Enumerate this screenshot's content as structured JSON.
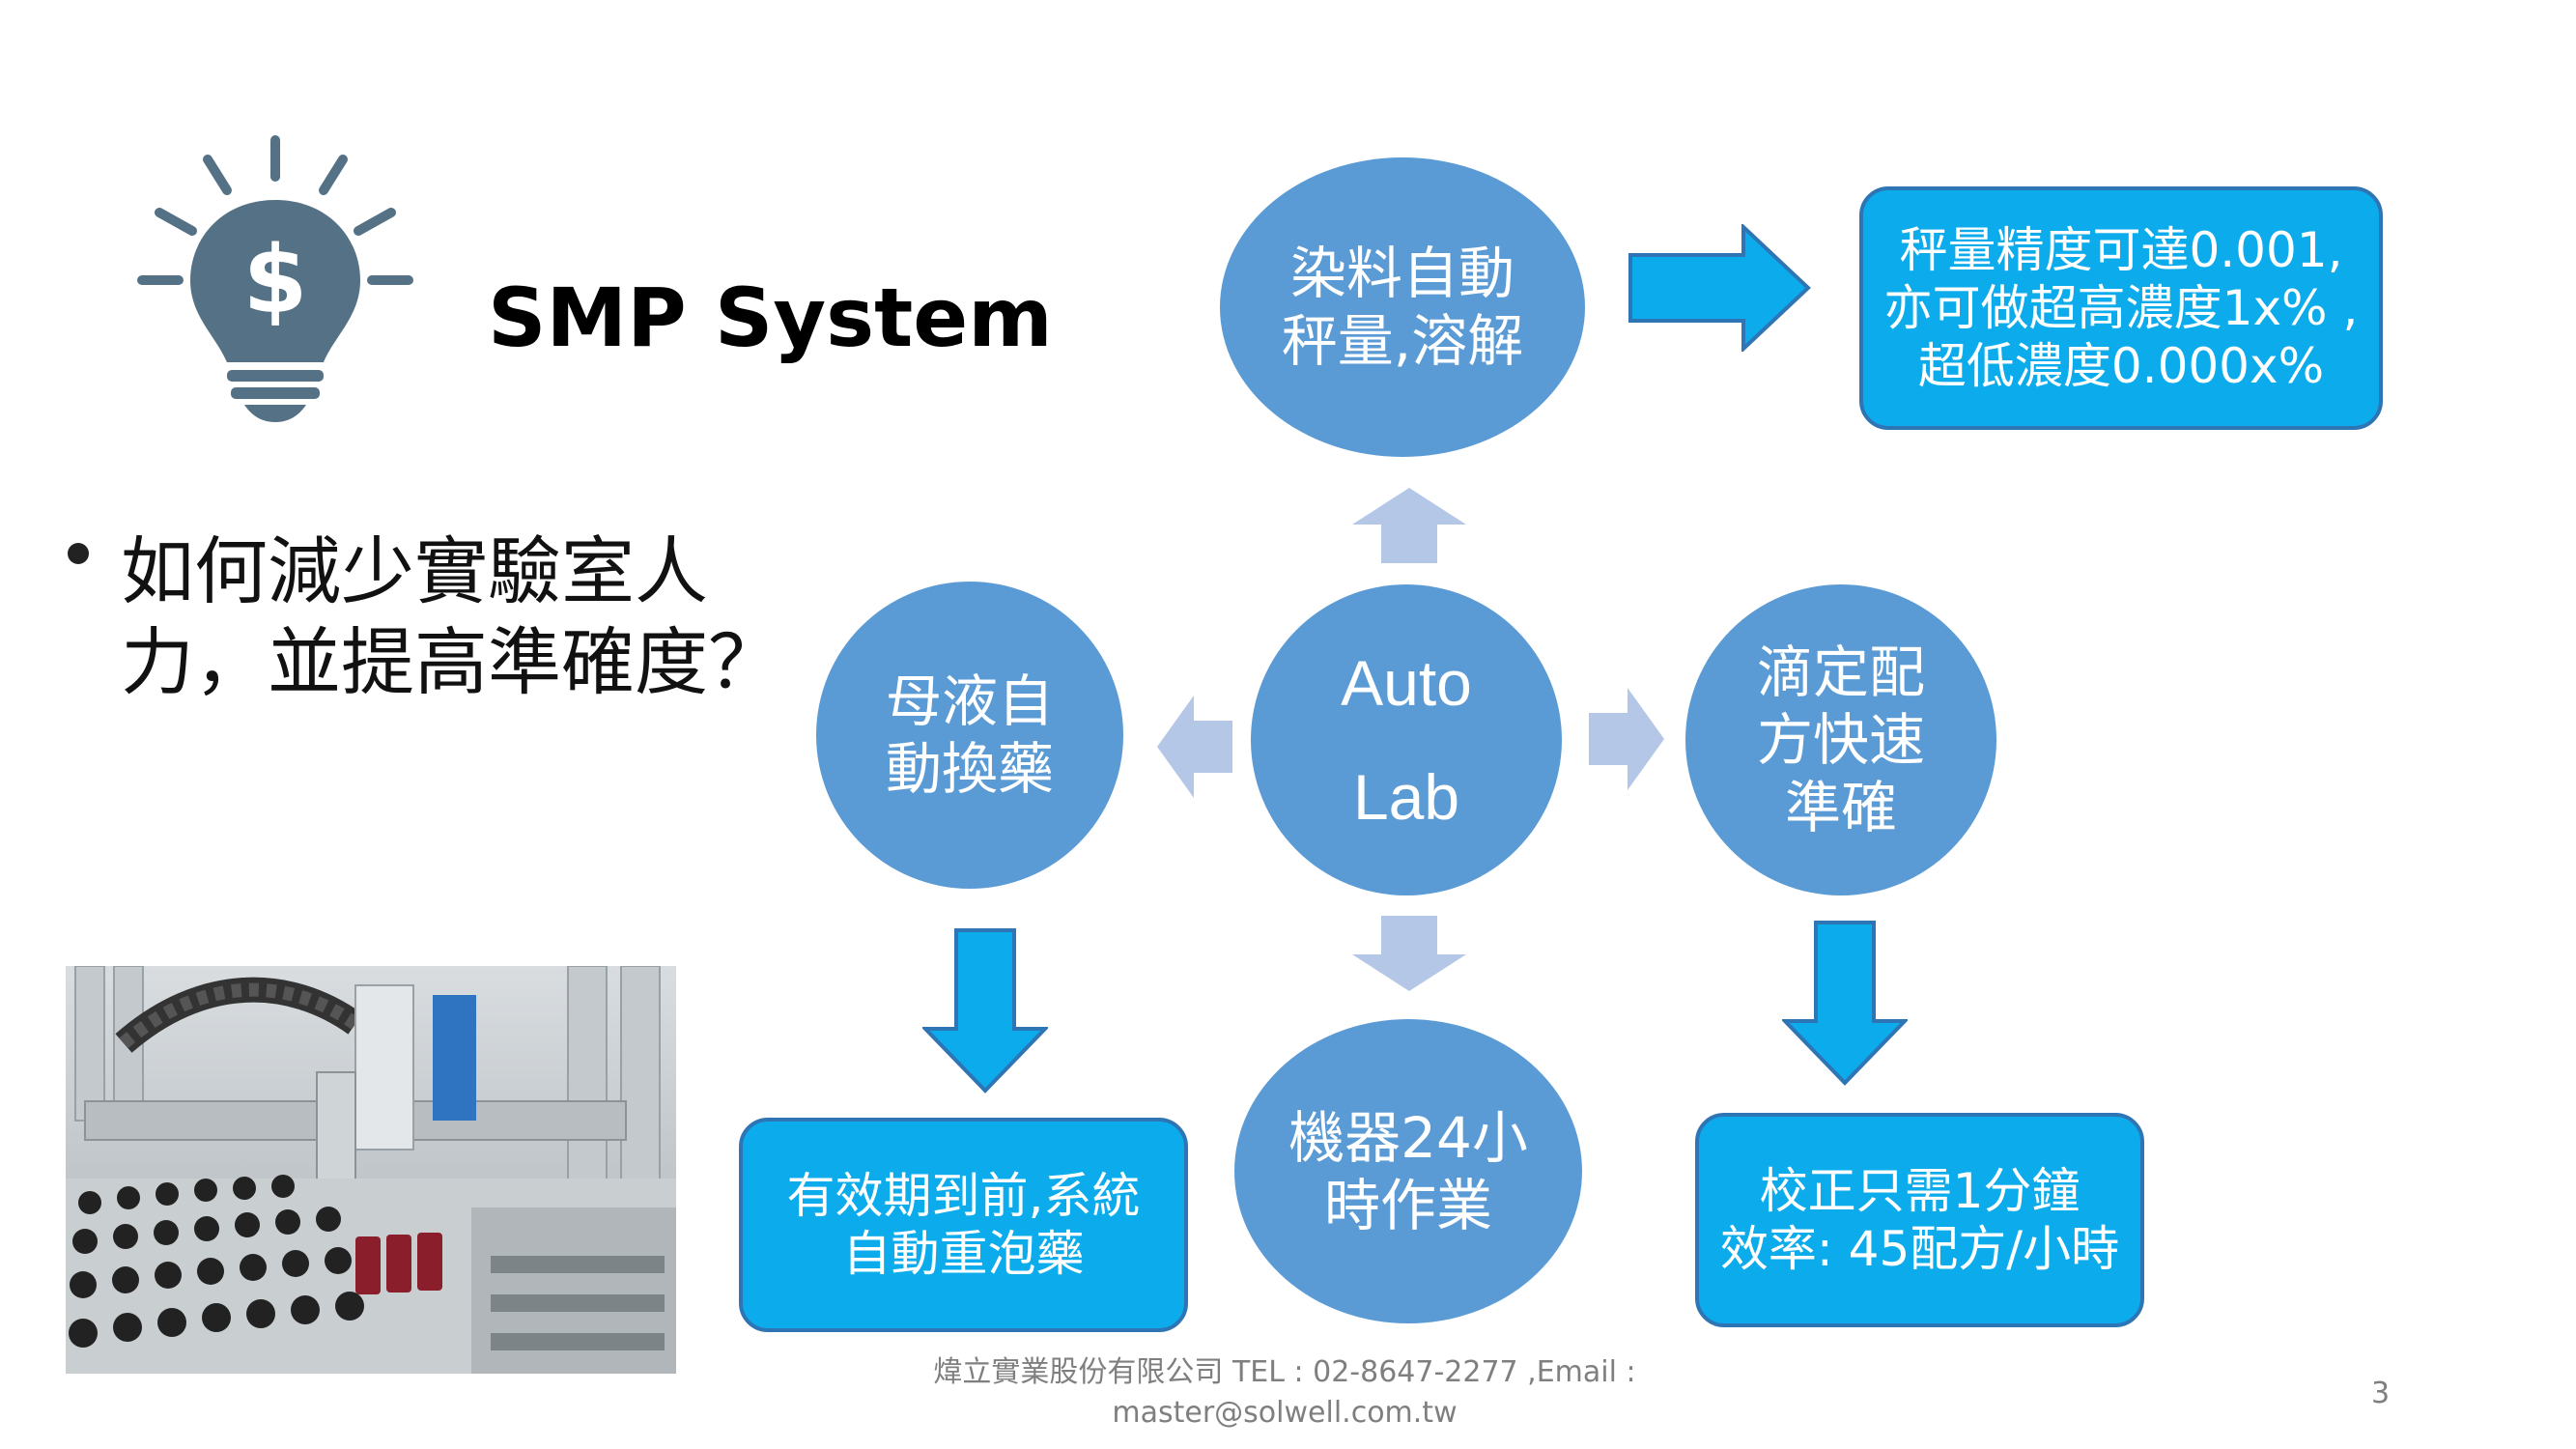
{
  "slide": {
    "title": "SMP System",
    "bullet": "如何減少實驗室人力，並提高準確度？",
    "center": {
      "line1": "Auto",
      "line2": "Lab"
    },
    "nodes": {
      "top": "染料自動\n秤量,溶解",
      "left": "母液自\n動換藥",
      "right": "滴定配\n方快速\n準確",
      "bottom": "機器24小\n時作業"
    },
    "boxes": {
      "top_right": "秤量精度可達0.001,\n亦可做超高濃度1x% ,\n超低濃度0.000x%",
      "bottom_left": "有效期到前,系統\n自動重泡藥",
      "bottom_right": "校正只需1分鐘\n效率: 45配方/小時"
    },
    "footer": {
      "line1": "煒立實業股份有限公司 TEL : 02-8647-2277 ,Email :",
      "line2": "master@solwell.com.tw"
    },
    "page_number": "3"
  },
  "icons": {
    "lightbulb": "lightbulb-dollar-icon",
    "photo": "lab-automation-photo"
  },
  "colors": {
    "circle": "#5b9bd5",
    "box": "#0cabeb",
    "box_border": "#2e75b6",
    "small_arrow": "#b4c7e7",
    "icon": "#547186"
  }
}
